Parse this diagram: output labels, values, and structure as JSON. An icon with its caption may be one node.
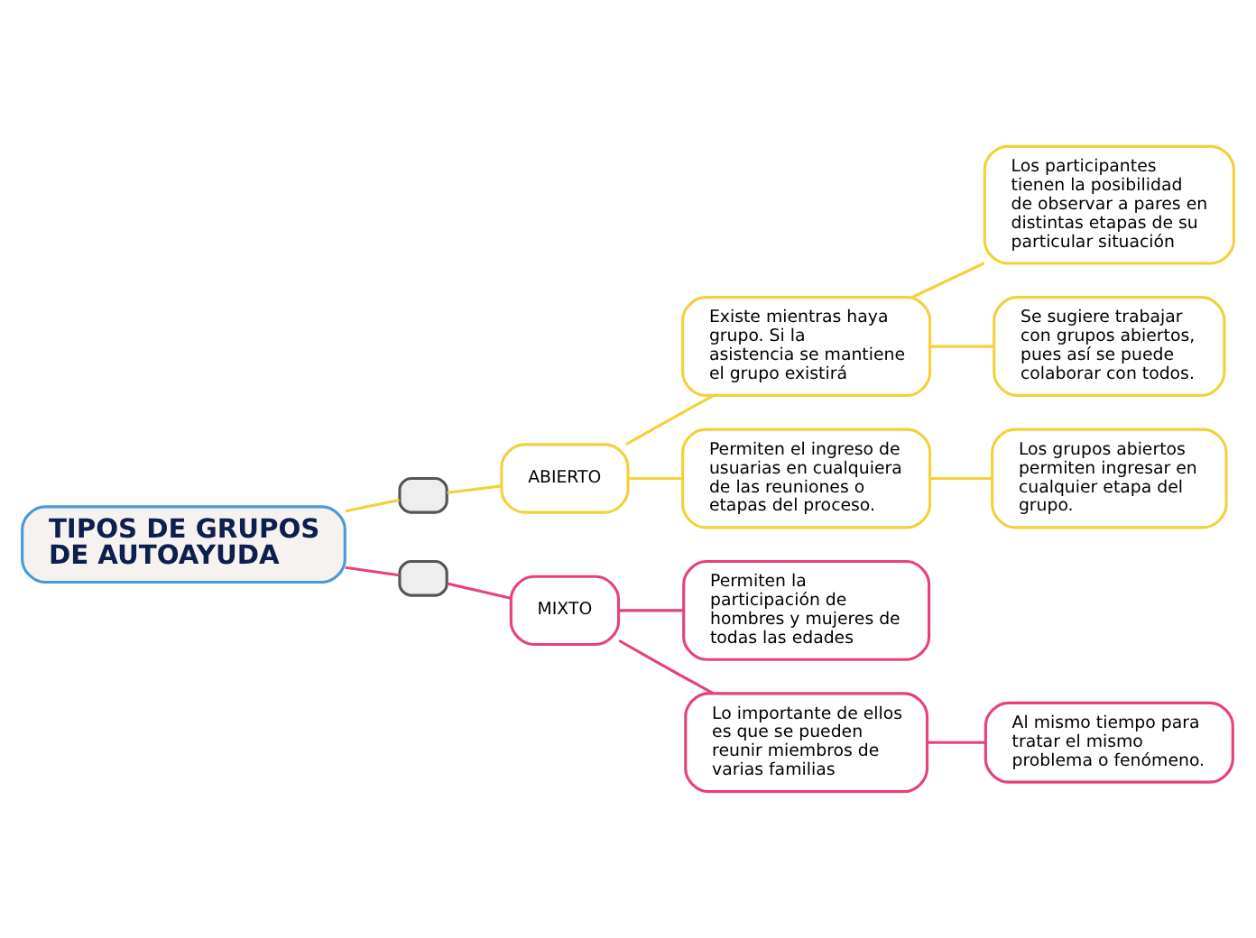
{
  "diagram": {
    "nodes": [
      {
        "text": [
          "TIPOS DE GRUPOS DE AUTOAYUDA"
        ]
      },
      {
        "text": [],
        "shape": "box"
      },
      {
        "text": [
          "ABIERTO"
        ]
      },
      {
        "text": [
          "Existe mientras haya grupo. Si la asistencia se mantiene el grupo existirá"
        ]
      },
      {
        "text": [
          "Los participantes tienen la posibilidad de observar a pares en distintas etapas de su particular situación"
        ]
      },
      {
        "text": [
          "Se sugiere trabajar con grupos abiertos, pues así se puede colaborar con todos."
        ]
      },
      {
        "text": [
          "Permiten el ingreso de usuarias en cualquiera de las reuniones o etapas del proceso."
        ]
      },
      {
        "text": [
          "Los grupos abiertos permiten ingresar en cualquier etapa del grupo."
        ]
      },
      {
        "text": [],
        "shape": "box"
      },
      {
        "text": [
          "MIXTO"
        ]
      },
      {
        "text": [
          "Permiten la participación de hombres y mujeres de todas las edades"
        ]
      },
      {
        "text": [
          "Lo importante de ellos es que se pueden reunir miembros de varias familias"
        ]
      },
      {
        "text": [
          "Al mismo tiempo para tratar el mismo problema o fenómeno."
        ]
      }
    ],
    "edges": [
      {
        "from": 0,
        "to": 1,
        "arrow": "none"
      },
      {
        "from": 1,
        "to": 2,
        "arrow": "none"
      },
      {
        "from": 2,
        "to": 3,
        "arrow": "none"
      },
      {
        "from": 3,
        "to": 4,
        "arrow": "none"
      },
      {
        "from": 3,
        "to": 5,
        "arrow": "none"
      },
      {
        "from": 2,
        "to": 6,
        "arrow": "none"
      },
      {
        "from": 6,
        "to": 7,
        "arrow": "none"
      },
      {
        "from": 0,
        "to": 8,
        "arrow": "none",
        "color": "#e8417a"
      },
      {
        "from": 8,
        "to": 9,
        "arrow": "none",
        "color": "#e8417a"
      },
      {
        "from": 9,
        "to": 10,
        "arrow": "none",
        "color": "#e8417a"
      },
      {
        "from": 9,
        "to": 11,
        "arrow": "none",
        "color": "#e8417a"
      },
      {
        "from": 11,
        "to": 12,
        "arrow": "none",
        "color": "#e8417a"
      }
    ]
  }
}
